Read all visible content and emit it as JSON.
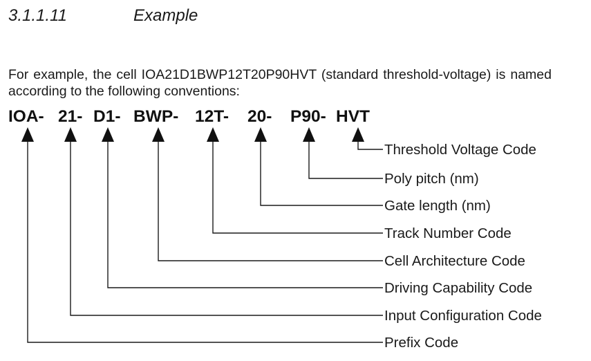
{
  "heading": {
    "number": "3.1.1.11",
    "title": "Example"
  },
  "intro_text": "For example, the cell IOA21D1BWP12T20P90HVT (standard threshold-voltage) is named according to the following conventions:",
  "segments": [
    {
      "id": "prefix",
      "text": "IOA-",
      "label": "Prefix Code"
    },
    {
      "id": "input",
      "text": "21-",
      "label": "Input Configuration Code"
    },
    {
      "id": "drive",
      "text": "D1-",
      "label": "Driving Capability Code"
    },
    {
      "id": "arch",
      "text": "BWP-",
      "label": "Cell Architecture Code"
    },
    {
      "id": "track",
      "text": "12T-",
      "label": "Track Number Code"
    },
    {
      "id": "gate",
      "text": "20-",
      "label": "Gate length (nm)"
    },
    {
      "id": "poly",
      "text": "P90-",
      "label": "Poly pitch (nm)"
    },
    {
      "id": "vt",
      "text": "HVT",
      "label": "Threshold Voltage Code"
    }
  ]
}
